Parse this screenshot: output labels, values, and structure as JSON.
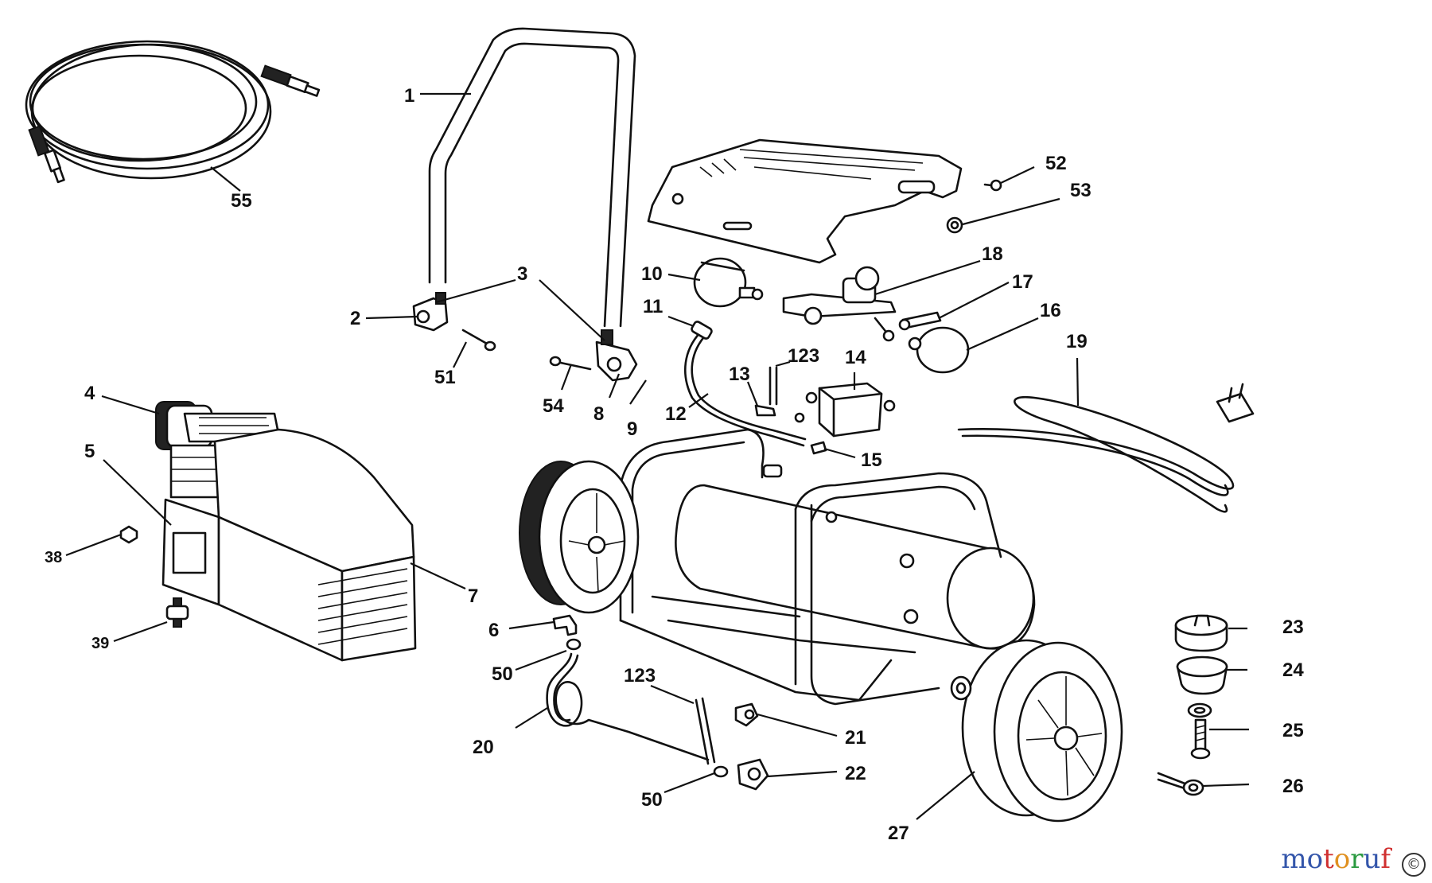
{
  "labels": [
    {
      "text": "1"
    },
    {
      "text": "2"
    },
    {
      "text": "3"
    },
    {
      "text": "4"
    },
    {
      "text": "5"
    },
    {
      "text": "6"
    },
    {
      "text": "7"
    },
    {
      "text": "8"
    },
    {
      "text": "9"
    },
    {
      "text": "10"
    },
    {
      "text": "11"
    },
    {
      "text": "12"
    },
    {
      "text": "13"
    },
    {
      "text": "123"
    },
    {
      "text": "14"
    },
    {
      "text": "15"
    },
    {
      "text": "16"
    },
    {
      "text": "17"
    },
    {
      "text": "18"
    },
    {
      "text": "19"
    },
    {
      "text": "20"
    },
    {
      "text": "21"
    },
    {
      "text": "22"
    },
    {
      "text": "23"
    },
    {
      "text": "24"
    },
    {
      "text": "25"
    },
    {
      "text": "26"
    },
    {
      "text": "27"
    },
    {
      "text": "38"
    },
    {
      "text": "39"
    },
    {
      "text": "50"
    },
    {
      "text": "50"
    },
    {
      "text": "51"
    },
    {
      "text": "52"
    },
    {
      "text": "53"
    },
    {
      "text": "54"
    },
    {
      "text": "55"
    },
    {
      "text": "123"
    }
  ],
  "watermark": {
    "letters": [
      "m",
      "o",
      "t",
      "o",
      "r",
      "u",
      "f"
    ],
    "colors": [
      "#3355aa",
      "#3355aa",
      "#d03030",
      "#e09020",
      "#2a9a40",
      "#3355aa",
      "#d03030"
    ],
    "copyright_symbol": "©"
  }
}
